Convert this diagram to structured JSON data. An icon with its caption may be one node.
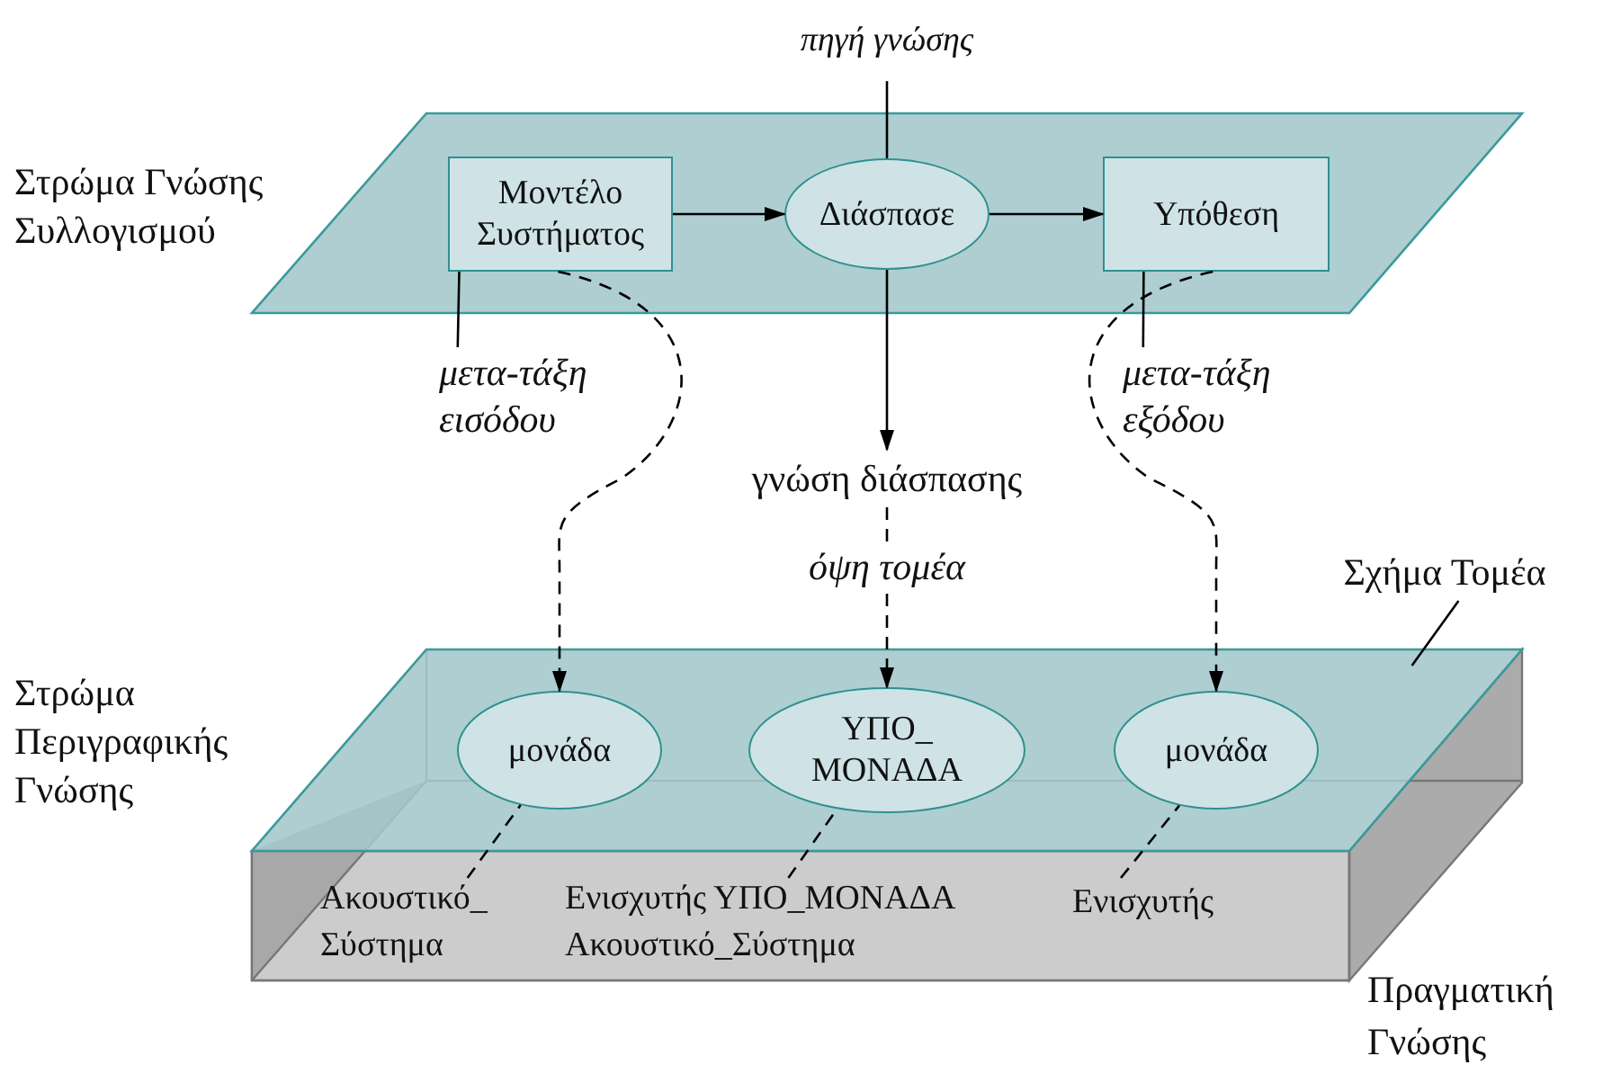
{
  "diagram": {
    "nodes": [
      {
        "text": [
          "Στρώμα Γνώσης Συλλογισμού"
        ]
      },
      {
        "text": [
          "Μοντέλο Συστήματος"
        ],
        "in": 0
      },
      {
        "text": [
          "Διάσπασε"
        ],
        "in": 0
      },
      {
        "text": [
          "Υπόθεση"
        ],
        "in": 0
      },
      {
        "text": [
          "πηγή γνώσης"
        ]
      },
      {
        "text": [
          "μετα-τάξη εισόδου"
        ]
      },
      {
        "text": [
          "μετα-τάξη εξόδου"
        ]
      },
      {
        "text": [
          "γνώση διάσπασης"
        ]
      },
      {
        "text": [
          "Στρώμα Περιγραφικής Γνώσης"
        ]
      },
      {
        "text": [
          "μονάδα"
        ],
        "in": 8
      },
      {
        "text": [
          "ΥΠΟ_ ΜΟΝΑΔΑ"
        ],
        "in": 8
      },
      {
        "text": [
          "μονάδα"
        ],
        "in": 8
      },
      {
        "text": [
          "Σχήμα Τομέα"
        ]
      },
      {
        "text": [
          "Ακουστικό_ Σύστημα"
        ]
      },
      {
        "text": [
          "Ενισχυτής ΥΠΟ_ΜΟΝΑΔΑ Ακουστικό_Σύστημα"
        ]
      },
      {
        "text": [
          "Ενισχυτής"
        ]
      }
    ],
    "edges": [
      {
        "from": 4,
        "to": 2,
        "arrow": "none"
      },
      {
        "from": 1,
        "to": 2,
        "arrow": "to"
      },
      {
        "from": 2,
        "to": 3,
        "arrow": "to"
      },
      {
        "from": 5,
        "to": 1,
        "arrow": "none"
      },
      {
        "from": 6,
        "to": 3,
        "arrow": "none"
      },
      {
        "from": 2,
        "to": 7,
        "arrow": "to"
      },
      {
        "from": 1,
        "to": 9,
        "arrow": "to",
        "style": "dashed"
      },
      {
        "from": 7,
        "to": 10,
        "arrow": "to",
        "style": "dashed",
        "label": "όψη τομέα"
      },
      {
        "from": 3,
        "to": 11,
        "arrow": "to",
        "style": "dashed"
      },
      {
        "from": 12,
        "to": 8,
        "arrow": "none"
      },
      {
        "from": 13,
        "to": 9,
        "arrow": "none",
        "style": "dashed"
      },
      {
        "from": 14,
        "to": 10,
        "arrow": "none",
        "style": "dashed"
      },
      {
        "from": 15,
        "to": 11,
        "arrow": "none",
        "style": "dashed"
      }
    ],
    "labels": [
      "Πραγματική Γνώσης"
    ]
  }
}
